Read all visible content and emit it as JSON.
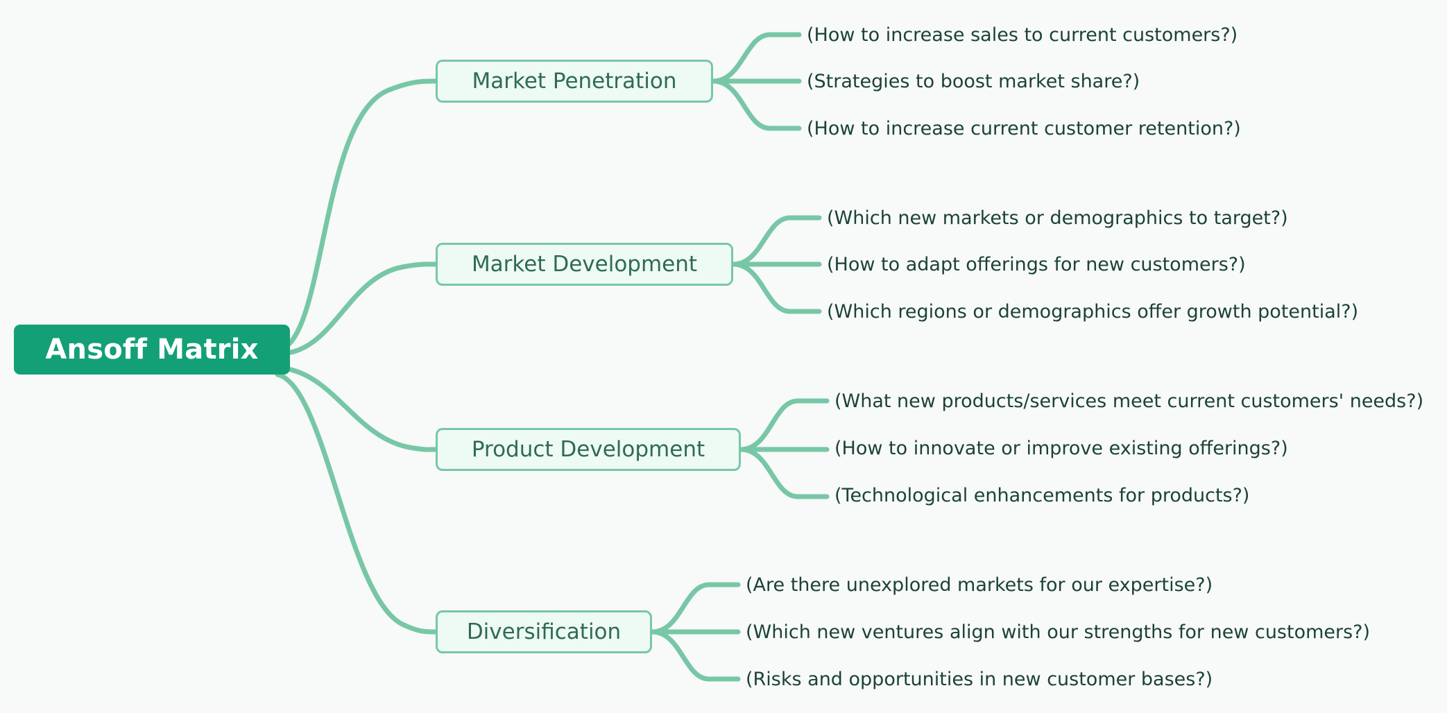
{
  "diagram": {
    "type": "mindmap",
    "title": "Ansoff Matrix",
    "background_color": "#f8f9f9",
    "root": {
      "label": "Ansoff Matrix",
      "fill_color": "#14a077",
      "text_color": "#ffffff"
    },
    "branch_style": {
      "fill_color": "#eefaf4",
      "border_color": "#77c7a6",
      "text_color": "#2e6b55"
    },
    "edge_color": "#77c7a6",
    "leaf_text_color": "#1b4335",
    "branches": [
      {
        "label": "Market Penetration",
        "leaves": [
          "(How to increase sales to current customers?)",
          "(Strategies to boost market share?)",
          "(How to increase current customer retention?)"
        ]
      },
      {
        "label": "Market Development",
        "leaves": [
          "(Which new markets or demographics to target?)",
          "(How to adapt offerings for new customers?)",
          "(Which regions or demographics offer growth potential?)"
        ]
      },
      {
        "label": "Product Development",
        "leaves": [
          "(What new products/services meet current customers' needs?)",
          "(How to innovate or improve existing offerings?)",
          "(Technological enhancements for products?)"
        ]
      },
      {
        "label": "Diversification",
        "leaves": [
          "(Are there unexplored markets for our expertise?)",
          "(Which new ventures align with our strengths for new customers?)",
          "(Risks and opportunities in new customer bases?)"
        ]
      }
    ]
  }
}
